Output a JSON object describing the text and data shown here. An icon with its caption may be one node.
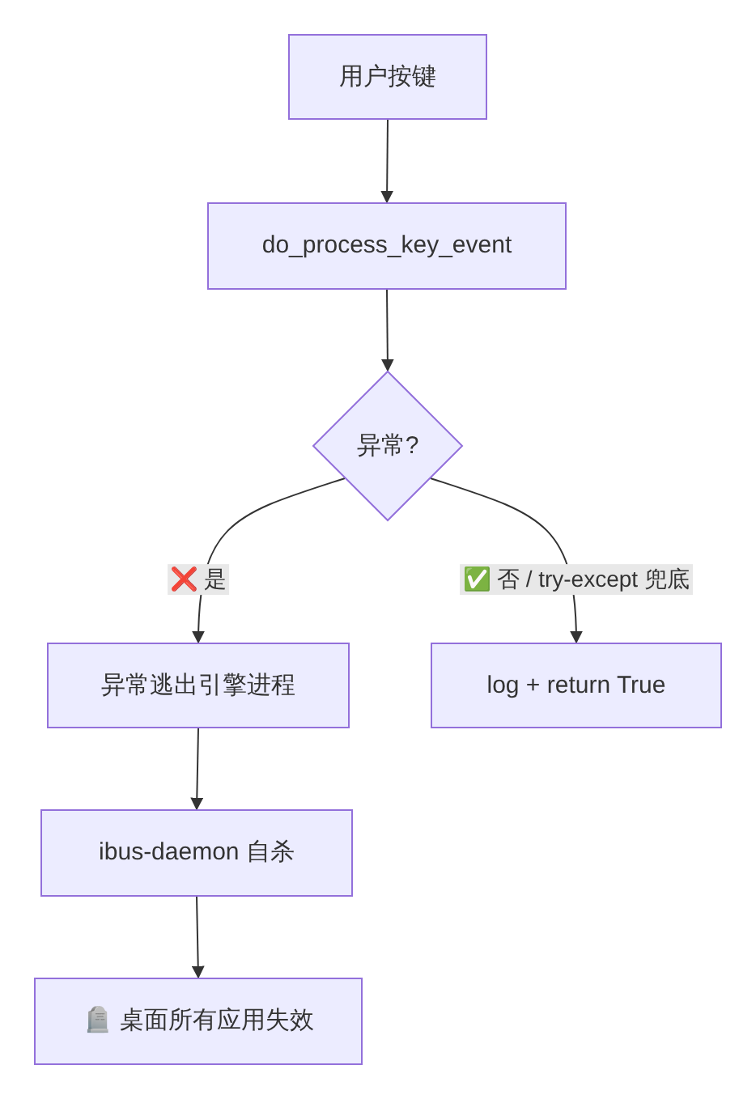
{
  "diagram": {
    "nodes": [
      {
        "text": [
          "用户按键"
        ]
      },
      {
        "text": [
          "do_process_key_event"
        ]
      },
      {
        "text": [
          "异常?"
        ]
      },
      {
        "text": [
          "异常逃出引擎进程"
        ]
      },
      {
        "text": [
          "log + return True"
        ]
      },
      {
        "text": [
          "ibus-daemon 自杀"
        ]
      },
      {
        "text": [
          "🪦 桌面所有应用失效"
        ]
      }
    ],
    "edges": [
      {
        "from": 0,
        "to": 1,
        "arrow": "to"
      },
      {
        "from": 1,
        "to": 2,
        "arrow": "to"
      },
      {
        "from": 2,
        "to": 3,
        "arrow": "to",
        "label": "❌ 是"
      },
      {
        "from": 2,
        "to": 4,
        "arrow": "to",
        "label": "✅ 否 / try-except 兜底"
      },
      {
        "from": 3,
        "to": 5,
        "arrow": "to"
      },
      {
        "from": 5,
        "to": 6,
        "arrow": "to"
      }
    ]
  }
}
